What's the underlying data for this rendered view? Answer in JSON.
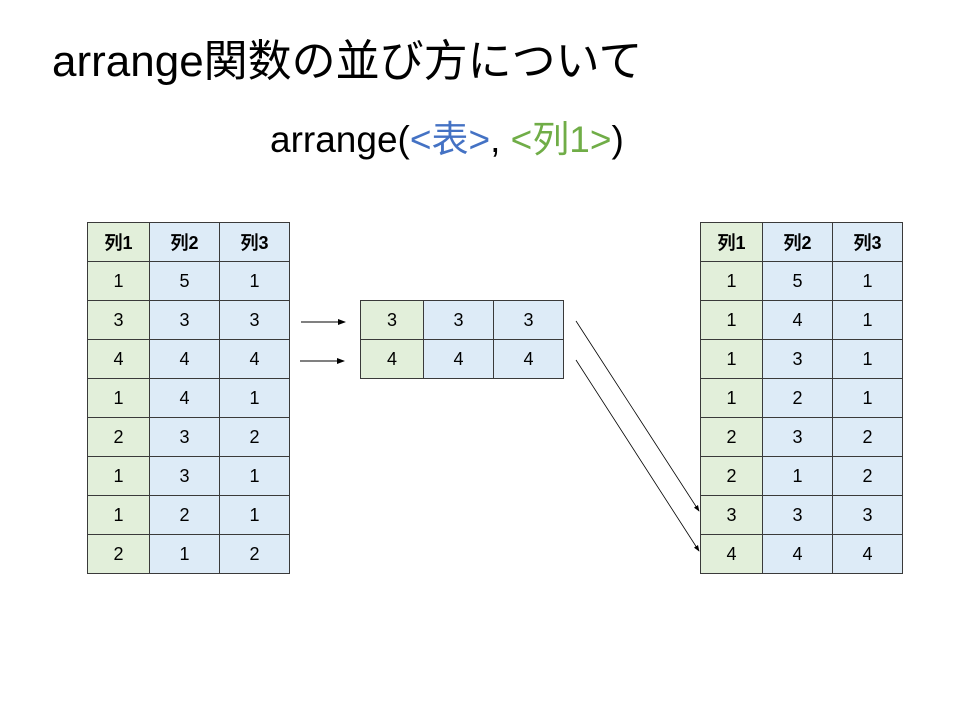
{
  "title": "arrange関数の並び方について",
  "syntax": {
    "prefix": "arrange(",
    "arg1": "<表>",
    "sep": ", ",
    "arg2": "<列1>",
    "suffix": ")"
  },
  "colors": {
    "arg1": "#4472C4",
    "arg2": "#70AD47",
    "col1_fill": "#E2EFDA",
    "other_fill": "#DDEBF7"
  },
  "headers": [
    "列1",
    "列2",
    "列3"
  ],
  "input_table": [
    [
      1,
      5,
      1
    ],
    [
      3,
      3,
      3
    ],
    [
      4,
      4,
      4
    ],
    [
      1,
      4,
      1
    ],
    [
      2,
      3,
      2
    ],
    [
      1,
      3,
      1
    ],
    [
      1,
      2,
      1
    ],
    [
      2,
      1,
      2
    ]
  ],
  "middle_table": [
    [
      3,
      3,
      3
    ],
    [
      4,
      4,
      4
    ]
  ],
  "output_table": [
    [
      1,
      5,
      1
    ],
    [
      1,
      4,
      1
    ],
    [
      1,
      3,
      1
    ],
    [
      1,
      2,
      1
    ],
    [
      2,
      3,
      2
    ],
    [
      2,
      1,
      2
    ],
    [
      3,
      3,
      3
    ],
    [
      4,
      4,
      4
    ]
  ]
}
